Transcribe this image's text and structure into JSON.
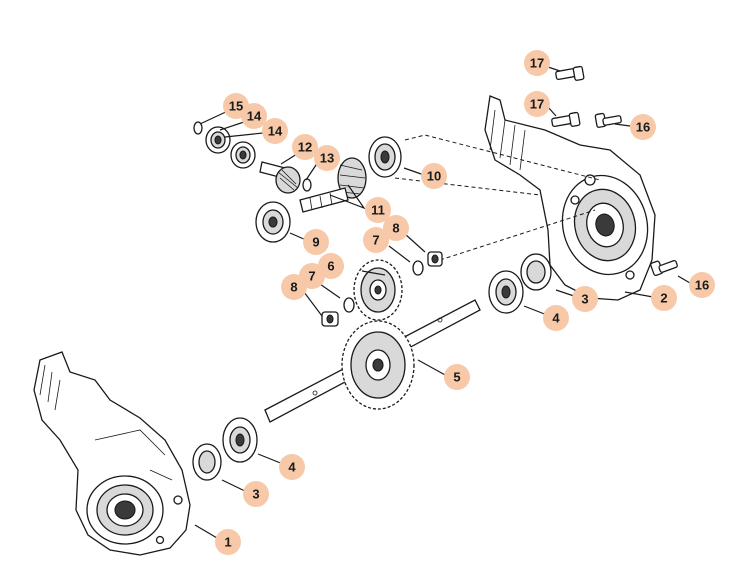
{
  "colors": {
    "badge": "#f7c9a8",
    "ink": "#1a1a1a",
    "paper": "#ffffff"
  },
  "callouts": {
    "c1": "1",
    "c2": "2",
    "c3a": "3",
    "c3b": "3",
    "c4a": "4",
    "c4b": "4",
    "c5": "5",
    "c6": "6",
    "c7a": "7",
    "c7b": "7",
    "c8a": "8",
    "c8b": "8",
    "c9": "9",
    "c10": "10",
    "c11": "11",
    "c12": "12",
    "c13": "13",
    "c14a": "14",
    "c14b": "14",
    "c15": "15",
    "c16a": "16",
    "c16b": "16",
    "c17a": "17",
    "c17b": "17"
  }
}
